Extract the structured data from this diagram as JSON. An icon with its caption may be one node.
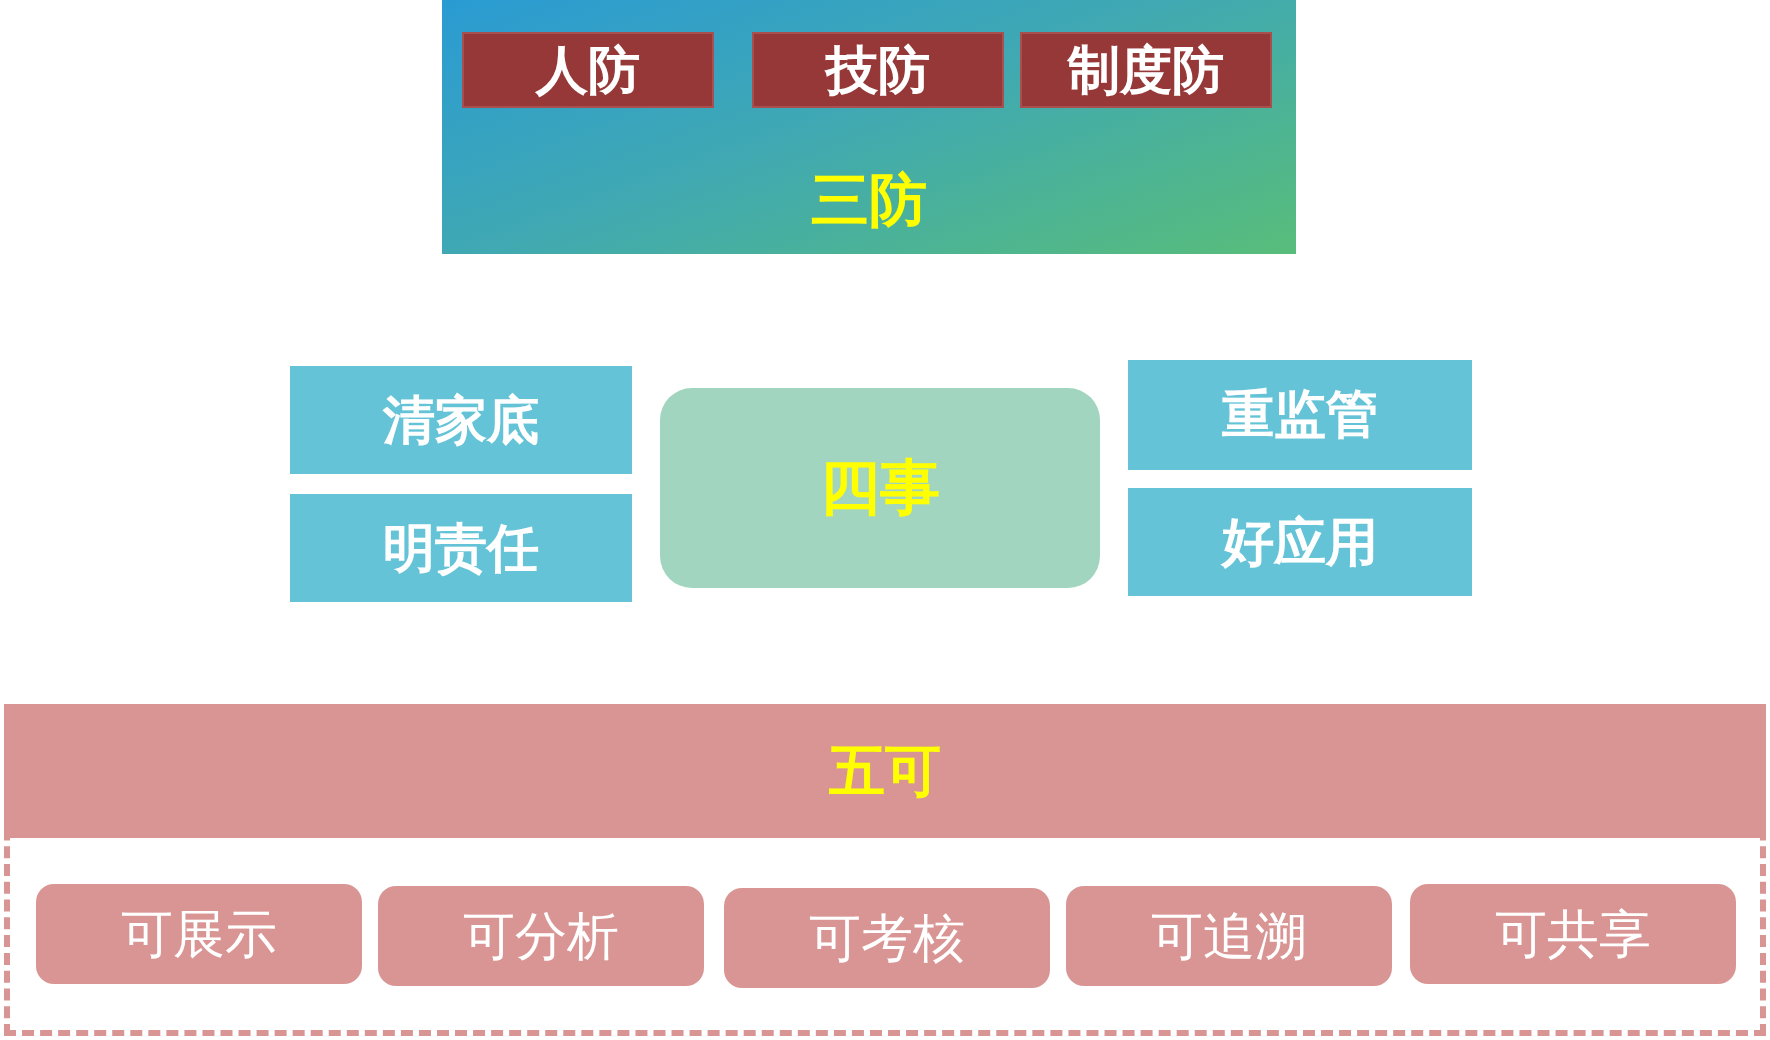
{
  "diagram": {
    "nodes": [
      {
        "text": [
          "三防"
        ]
      },
      {
        "text": [
          "人防"
        ],
        "in": 0
      },
      {
        "text": [
          "技防"
        ],
        "in": 0
      },
      {
        "text": [
          "制度防"
        ],
        "in": 0
      },
      {
        "text": [
          "清家底"
        ]
      },
      {
        "text": [
          "明责任"
        ]
      },
      {
        "text": [
          "四事"
        ]
      },
      {
        "text": [
          "重监管"
        ]
      },
      {
        "text": [
          "好应用"
        ]
      },
      {
        "text": [
          "五可"
        ]
      },
      {
        "text": [
          "可展示"
        ],
        "in": 9
      },
      {
        "text": [
          "可分析"
        ],
        "in": 9
      },
      {
        "text": [
          "可考核"
        ],
        "in": 9
      },
      {
        "text": [
          "可追溯"
        ],
        "in": 9
      },
      {
        "text": [
          "可共享"
        ],
        "in": 9
      }
    ]
  }
}
